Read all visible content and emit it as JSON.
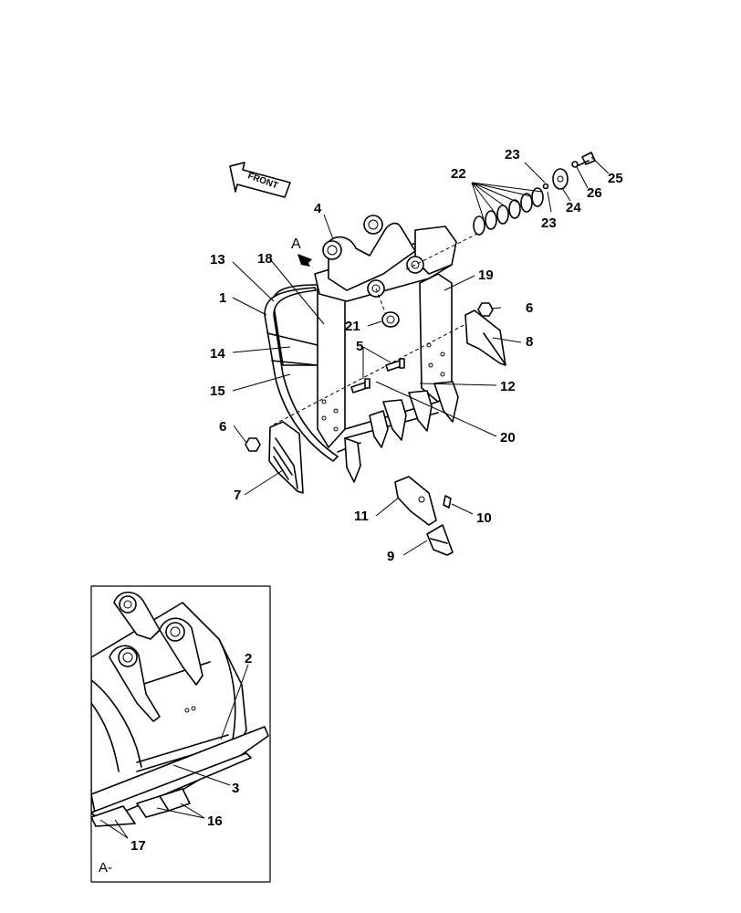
{
  "labels": {
    "front": "FRONT",
    "view_marker": "A",
    "view_caption": "A-"
  },
  "callouts": [
    "1",
    "2",
    "3",
    "4",
    "5",
    "6",
    "6",
    "7",
    "8",
    "9",
    "10",
    "11",
    "12",
    "13",
    "14",
    "15",
    "16",
    "17",
    "18",
    "19",
    "20",
    "21",
    "22",
    "23",
    "23",
    "24",
    "25",
    "26"
  ]
}
